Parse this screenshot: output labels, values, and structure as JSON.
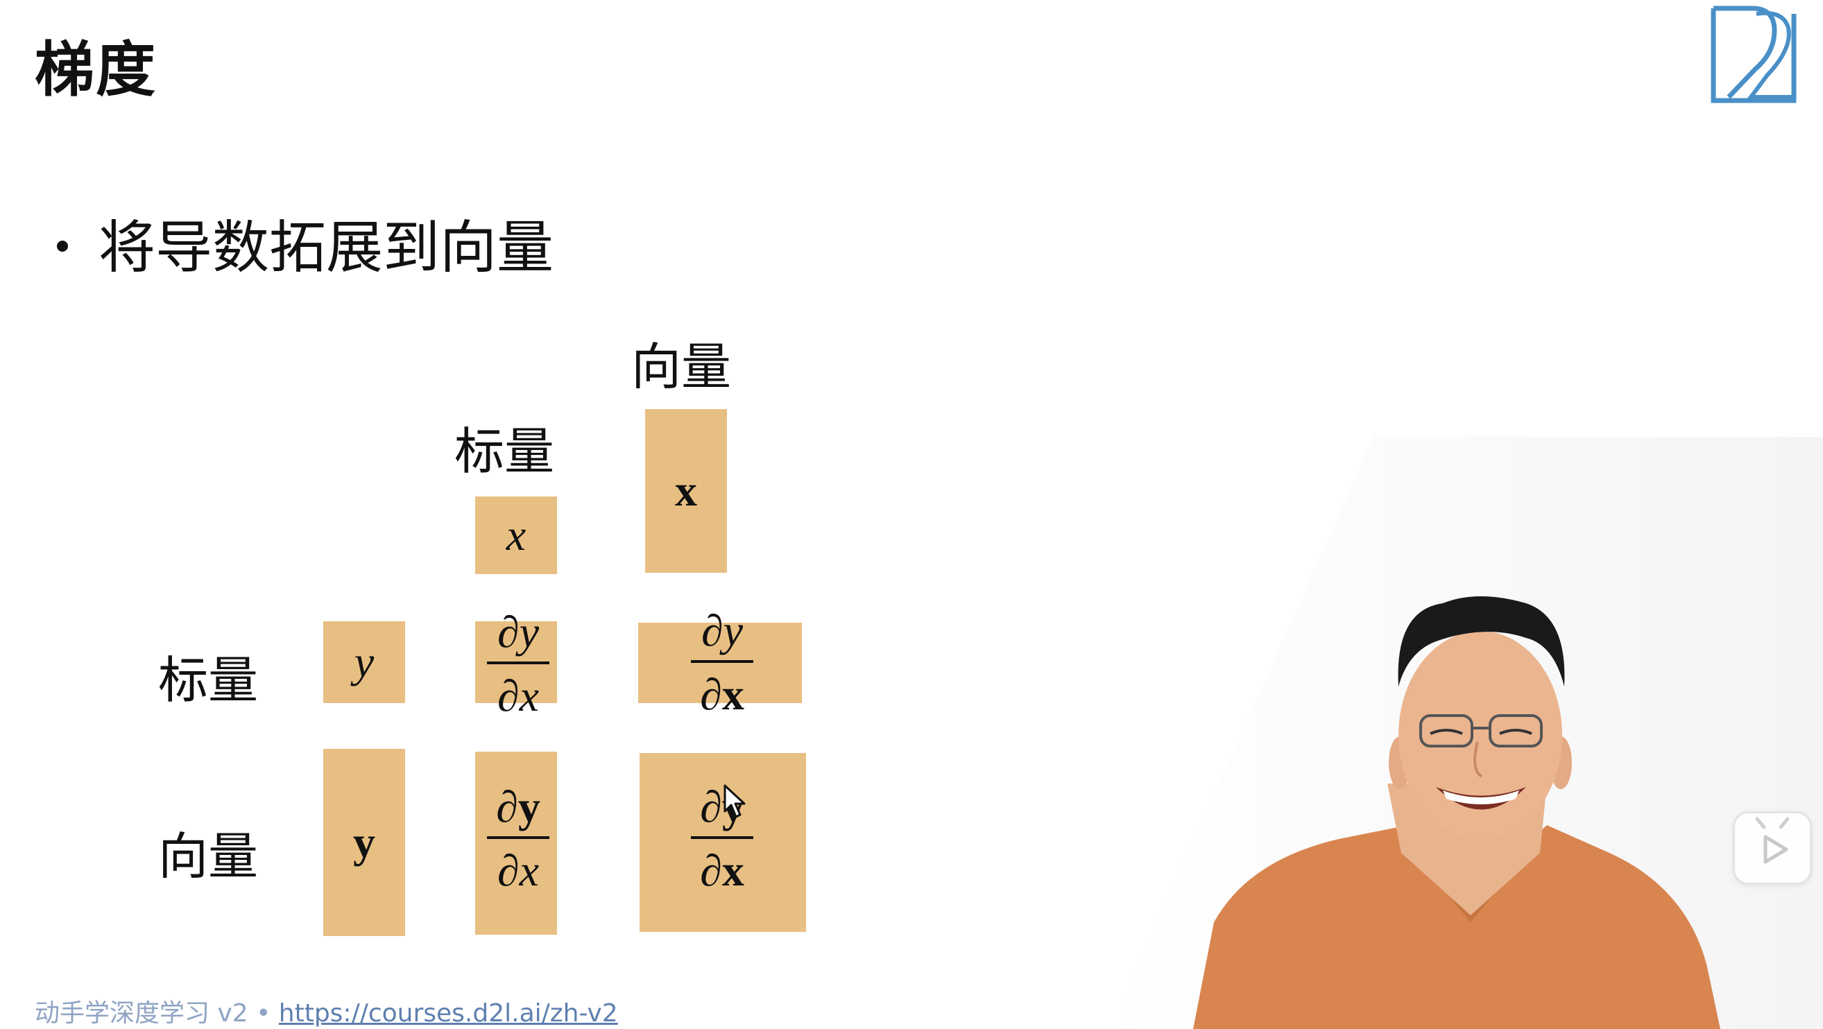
{
  "slide": {
    "title": "梯度",
    "bullet": "将导数拓展到向量",
    "col_header_scalar": "标量",
    "col_header_vector": "向量",
    "row_header_scalar": "标量",
    "row_header_vector": "向量"
  },
  "cells": {
    "x_scalar": "x",
    "x_vector": "x",
    "y_scalar": "y",
    "y_vector": "y",
    "d_symbol": "∂"
  },
  "footer": {
    "course": "动手学深度学习 v2 • ",
    "url": "https://courses.d2l.ai/zh-v2"
  },
  "colors": {
    "box": "#E8BF83",
    "logo": "#4A90C8",
    "footer_text": "#8FA4C4",
    "shirt": "#D98550"
  },
  "icons": {
    "logo": "d2l-logo-icon",
    "play": "play-icon",
    "cursor": "mouse-cursor-icon"
  }
}
